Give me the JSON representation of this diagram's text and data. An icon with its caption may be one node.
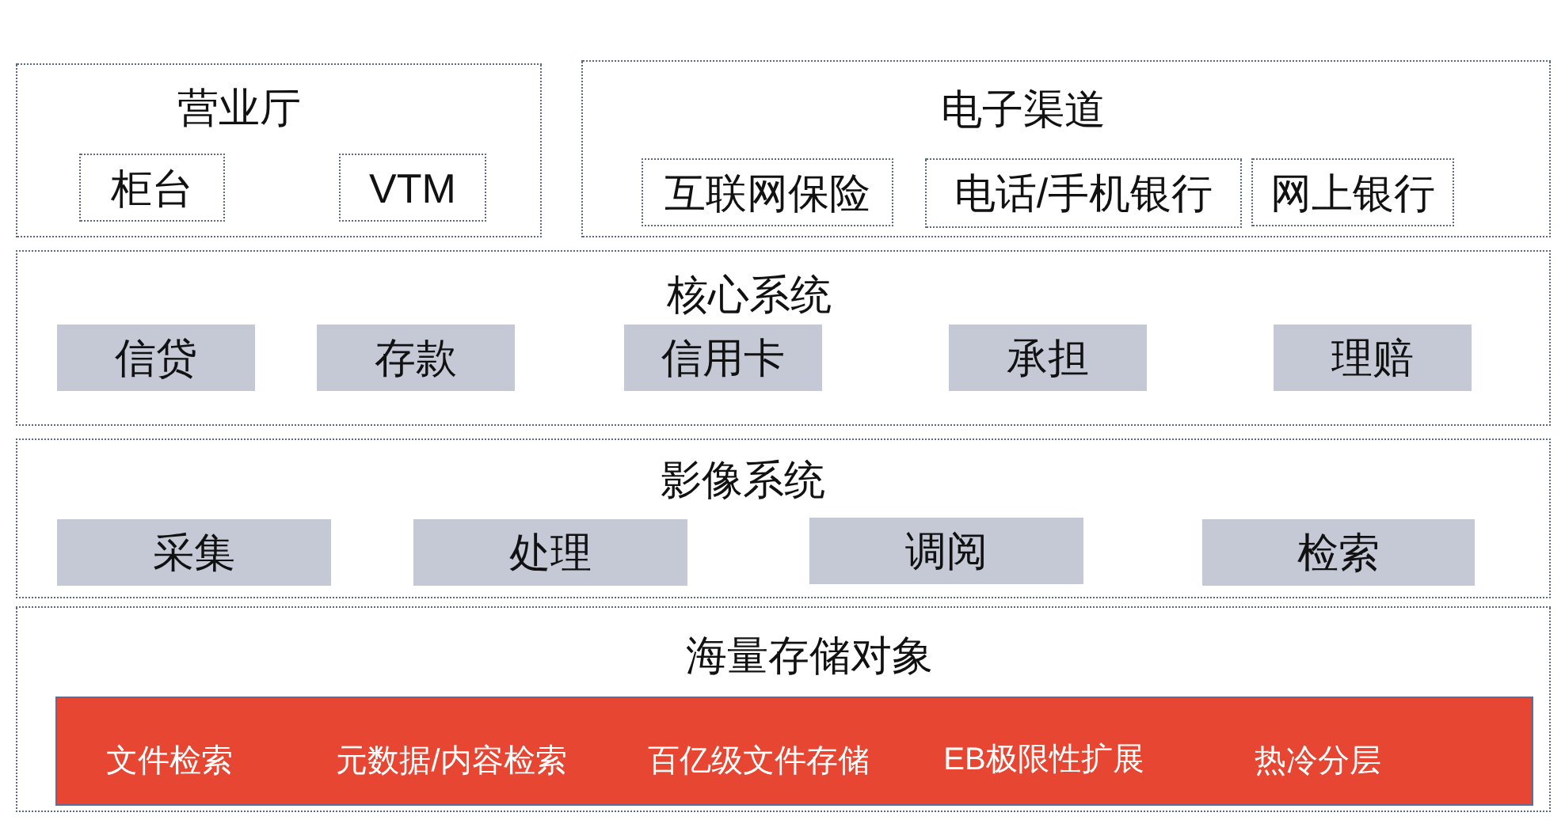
{
  "diagram": {
    "nodes": [
      {
        "text": [
          "营业厅"
        ]
      },
      {
        "text": [
          "柜台"
        ],
        "in": 0
      },
      {
        "text": [
          "VTM"
        ],
        "in": 0
      },
      {
        "text": [
          "电子渠道"
        ]
      },
      {
        "text": [
          "互联网保险"
        ],
        "in": 3
      },
      {
        "text": [
          "电话/手机银行"
        ],
        "in": 3
      },
      {
        "text": [
          "网上银行"
        ],
        "in": 3
      },
      {
        "text": [
          "核心系统"
        ]
      },
      {
        "text": [
          "信贷"
        ],
        "in": 7
      },
      {
        "text": [
          "存款"
        ],
        "in": 7
      },
      {
        "text": [
          "信用卡"
        ],
        "in": 7
      },
      {
        "text": [
          "承担"
        ],
        "in": 7
      },
      {
        "text": [
          "理赔"
        ],
        "in": 7
      },
      {
        "text": [
          "影像系统"
        ]
      },
      {
        "text": [
          "采集"
        ],
        "in": 13
      },
      {
        "text": [
          "处理"
        ],
        "in": 13
      },
      {
        "text": [
          "调阅"
        ],
        "in": 13
      },
      {
        "text": [
          "检索"
        ],
        "in": 13
      },
      {
        "text": [
          "海量存储对象"
        ]
      },
      {
        "text": [
          "文件检索",
          "元数据/内容检索",
          "百亿级文件存储",
          "EB极限性扩展",
          "热冷分层"
        ],
        "in": 18
      }
    ]
  }
}
